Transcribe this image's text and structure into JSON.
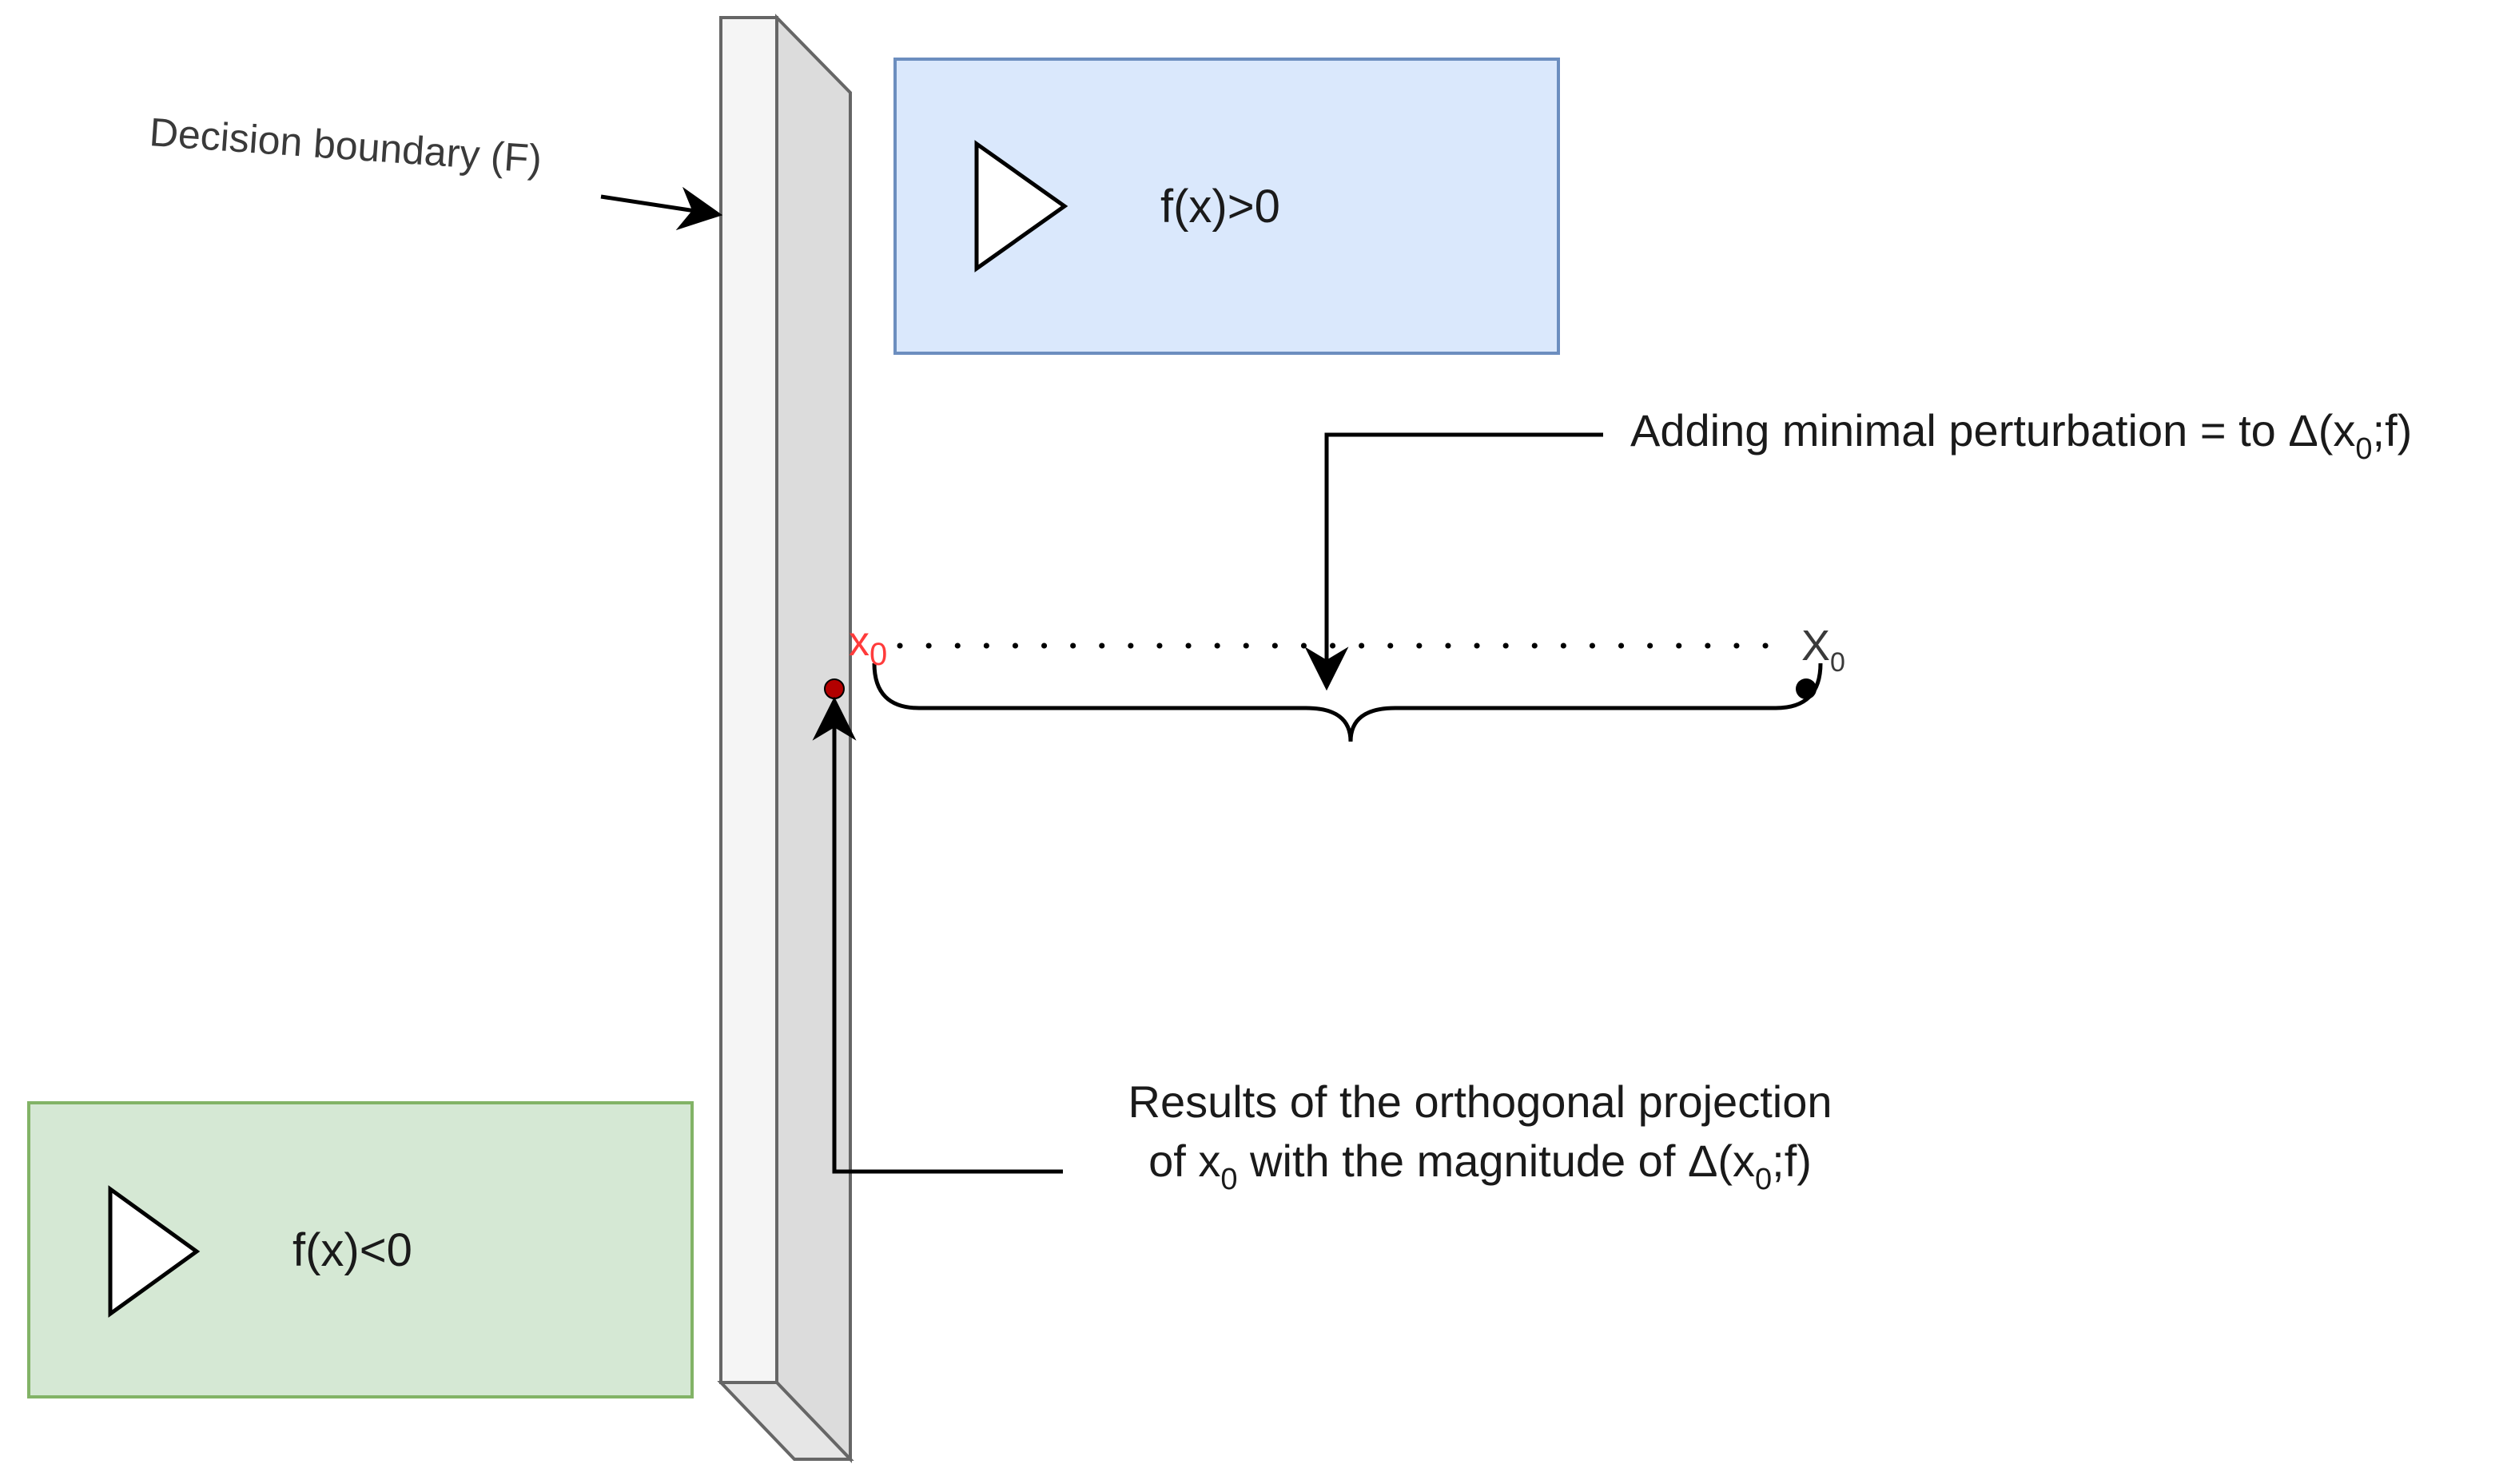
{
  "labels": {
    "boundary": "Decision boundary (F)",
    "region_positive": "f(x)>0",
    "region_negative": "f(x)<0",
    "perturbation_prefix": "Adding minimal perturbation = to Δ(x",
    "perturbation_sub": "0",
    "perturbation_suffix": ";f)",
    "projection_line1": "Results of the orthogonal projection",
    "projection_line2_a": "of x",
    "projection_line2_sub1": "0",
    "projection_line2_b": " with the magnitude of Δ(x",
    "projection_line2_sub2": "0",
    "projection_line2_c": ";f)",
    "point_projected_base": "x",
    "point_projected_sub": "0",
    "point_original_base": "X",
    "point_original_sub": "0"
  },
  "colors": {
    "positive_fill": "#dae8fc",
    "positive_stroke": "#6c8ebf",
    "negative_fill": "#d5e8d4",
    "negative_stroke": "#82b366",
    "boundary_front": "#f5f5f5",
    "boundary_side": "#dcdcdc",
    "boundary_stroke": "#666666",
    "projected_point": "#b30000",
    "projected_label": "#ff3b3b",
    "line": "#000000"
  }
}
